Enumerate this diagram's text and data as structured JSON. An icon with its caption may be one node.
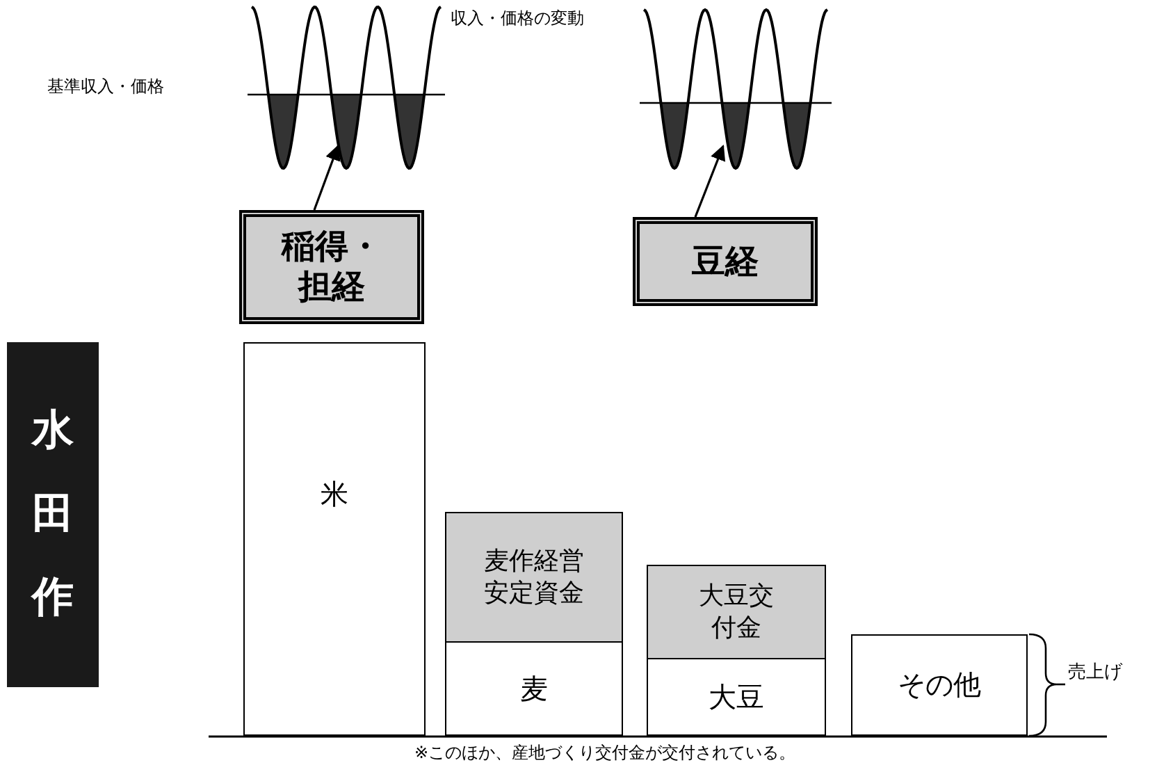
{
  "diagram": {
    "caption": "※このほか、産地づくり交付金が交付されている。",
    "nodes": [
      {
        "text": [],
        "shape": "picture"
      },
      {
        "text": [],
        "shape": "picture"
      },
      {
        "text": [
          "稲得・担経"
        ]
      },
      {
        "text": [
          "豆経"
        ]
      },
      {
        "text": [
          "水田作"
        ]
      },
      {
        "text": [
          "米"
        ]
      },
      {
        "text": [
          "麦作経営安定資金"
        ]
      },
      {
        "text": [
          "麦"
        ]
      },
      {
        "text": [
          "大豆交付金"
        ]
      },
      {
        "text": [
          "大豆"
        ]
      },
      {
        "text": [
          "その他"
        ]
      }
    ],
    "edges": [
      {
        "from": 2,
        "to": 0,
        "arrow": "to"
      },
      {
        "from": 3,
        "to": 1,
        "arrow": "to"
      }
    ],
    "labels": [
      "収入・価格の変動",
      "基準収入・価格",
      "売上げ"
    ]
  }
}
